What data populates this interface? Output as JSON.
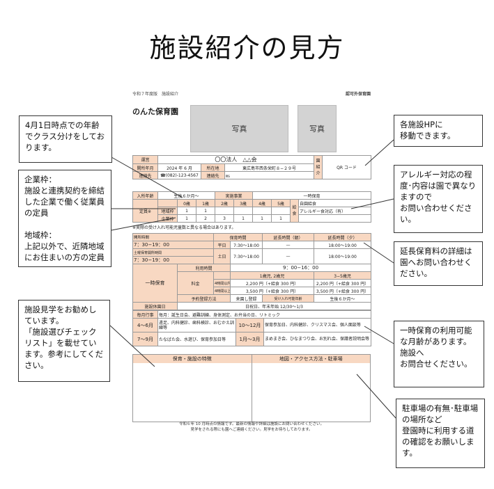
{
  "title": "施設紹介の見方",
  "sheet": {
    "header_left": "令和７年度版　施設紹介",
    "header_right": "認可外保育園",
    "nursery_name": "のんた保育園",
    "photo_label": "写真",
    "info": {
      "operator_label": "運営",
      "operator_value": "〇〇法人　△△会",
      "opened_label": "開所年月",
      "opened_value": "2024 年 6 月",
      "address_label": "所在地",
      "address_value": "東広島市西条栄町８−２９号",
      "contact_label": "連絡先",
      "phone": "☎(082)-123-4567",
      "fax_label": "連絡先",
      "fax_value": "㎳",
      "web_label": "園紹介",
      "qr_label": "QR コード"
    },
    "enroll": {
      "age_label": "入所年齢",
      "age_value": "生後６か月〜",
      "service_label": "実施事業",
      "service_value": "一時保育",
      "capacity_label": "定員※",
      "ages": [
        "0歳",
        "1歳",
        "2歳",
        "3歳",
        "4歳",
        "5歳"
      ],
      "row1_label": "地域枠",
      "row1_values": [
        "1",
        "1",
        "",
        "",
        "",
        ""
      ],
      "row2_label": "企業枠",
      "row2_values": [
        "1",
        "2",
        "3",
        "1",
        "1",
        "1"
      ],
      "meal_label": "給食",
      "meal_value1": "自園給食",
      "meal_value2": "アレルギー食対応（有）",
      "note": "※実際の受け入れ可能児童数と異なる場合はあります。"
    },
    "hours": {
      "open_label": "開所時間",
      "open_value1": "7：30−19：00",
      "sat_label": "土曜保育開所時間",
      "open_value2": "7：30−19：00",
      "col1": "保育時間",
      "col2": "延長時間（朝）",
      "col3": "延長時間（夕）",
      "weekday": "平日",
      "weekday_hours": "7:30〜18:00",
      "weekday_morning": "—",
      "weekday_evening": "18:00〜19:00",
      "sat": "土日",
      "sat_hours": "7:30〜18:00",
      "sat_morning": "—",
      "sat_evening": "18:00〜19:00"
    },
    "temp": {
      "label": "一時保育",
      "use_time_label": "利用時間",
      "use_time_value": "9：00−16：00",
      "fee_label": "料金",
      "age_a": "1歳児, 2歳児",
      "age_b": "3−5歳児",
      "r1_label": "4時間以内",
      "r1_a": "2,200 円（+給食 300 円）",
      "r1_b": "2,200 円（+給食 300 円）",
      "r2_label": "4時間以上",
      "r2_a": "3,500 円（+給食 300 円）",
      "r2_b": "3,500 円（+給食 300 円）",
      "reserve_label": "予約登録方法",
      "reserve_value": "来園し登録",
      "accept_label": "受け入れ可能年齢",
      "accept_value": "生後６か月〜"
    },
    "holiday_label": "施設休園日",
    "holiday_value": "日祝日、年末年始 12/30〜1/3",
    "events": {
      "label": "毎月行事",
      "monthly": "毎月：誕生日会、避難訓練、身体測定、お弁当の日、リトミック",
      "p1": "4〜6月",
      "p1_text": "遠足、内科健診、歯科検診、おむかえ訓練等",
      "p2": "10〜12月",
      "p2_text": "保育参加日、内科健診、クリスマス会、個人面談等",
      "p3": "7〜9月",
      "p3_text": "たなばた会、水遊び、保育参加日等",
      "p4": "1月〜3月",
      "p4_text": "まめまき会、ひなまつり会、お別れ会、保護者説明会等"
    },
    "features_label": "保育・施設の特徴",
    "access_label": "地図・アクセス方法・駐車場",
    "footer1": "令和６年 10 月時点の情報です。最新の情報や詳細は施設にお問い合わせください。",
    "footer2": "見学をされる際にも園へご連絡ください。見学をお待ちしております。"
  },
  "callouts": {
    "class": "4月1日時点での年齢でクラス分けをしております。",
    "quota": "企業枠：\n施設と連携契約を締結した企業で働く従業員の定員\n\n地域枠：\n上記以外で、近隣地域にお住まいの方の定員",
    "visit": "施設見学をお勧めしています。\n「施設選びチェックリスト」を載せています。参考にしてください。",
    "hp": "各施設HPに\n移動できます。",
    "allergy": "アレルギー対応の程度･内容は園で異なりますので\nお問い合わせください。",
    "ext": "延長保育料の詳細は園へお問い合わせください。",
    "temp": "一時保育の利用可能な月齢があります。施設へ\nお問合せください。",
    "parking": "駐車場の有無･駐車場の場所など\n登園時に利用する道の確認をお願いします。"
  }
}
